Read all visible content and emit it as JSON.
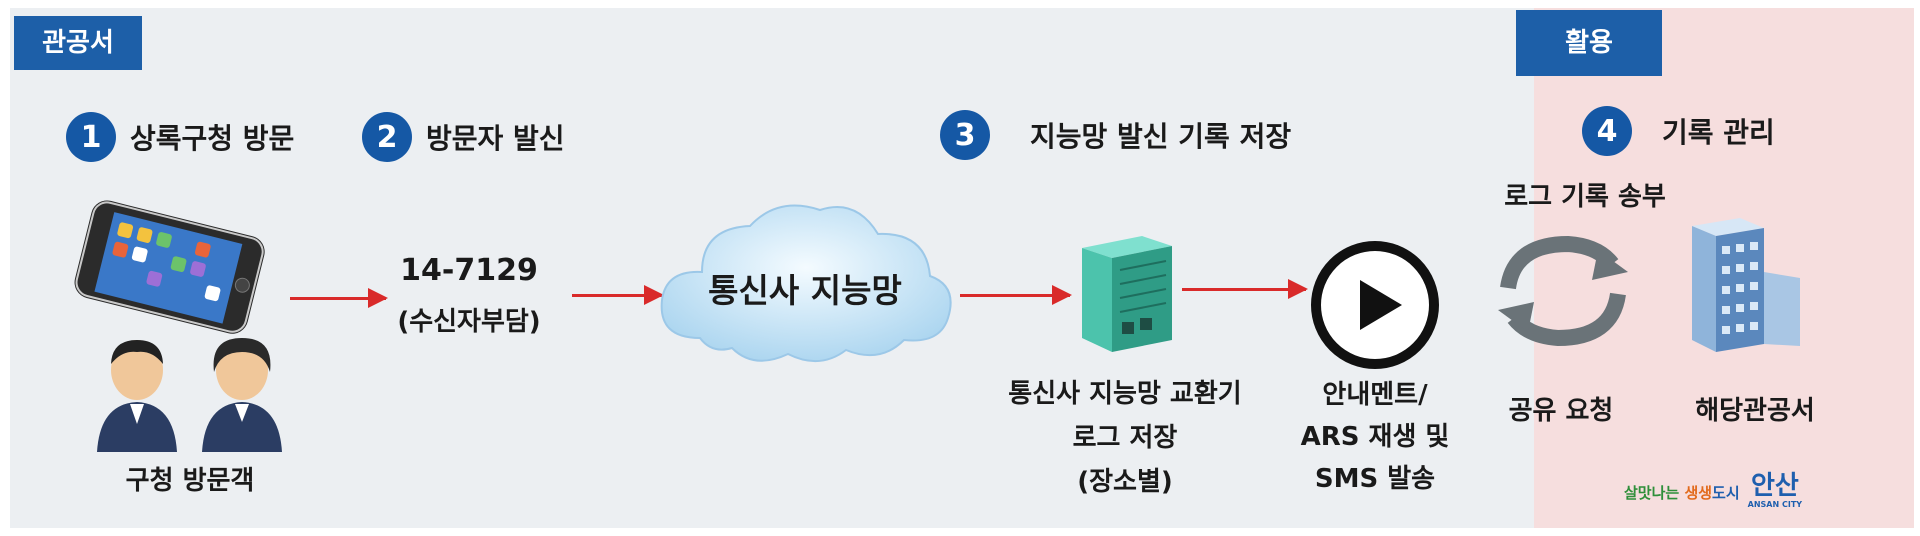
{
  "tags": {
    "left": "관공서",
    "right": "활용"
  },
  "steps": [
    {
      "num": "1",
      "label": "상록구청 방문"
    },
    {
      "num": "2",
      "label": "방문자 발신"
    },
    {
      "num": "3",
      "label": "지능망 발신 기록 저장"
    },
    {
      "num": "4",
      "label": "기록 관리"
    }
  ],
  "phone_number": "14-7129",
  "phone_note": "(수신자부담)",
  "visitors": "구청 방문객",
  "cloud": "통신사 지능망",
  "exchange": {
    "line1": "통신사 지능망 교환기",
    "line2": "로그 저장",
    "line3": "(장소별)"
  },
  "announce": {
    "line1": "안내멘트/",
    "line2": "ARS 재생 및",
    "line3": "SMS 발송"
  },
  "log_send": "로그 기록 송부",
  "share_request": "공유 요청",
  "office": "해당관공서",
  "logo": {
    "slogan_a": "살맛나는 ",
    "slogan_b": "생생",
    "slogan_c": "도시",
    "city": "안산",
    "city_en": "ANSAN CITY"
  },
  "colors": {
    "accent": "#1558a5",
    "arrow": "#d92a2a",
    "right_bg": "#f6dede",
    "left_bg": "#eceff2"
  }
}
